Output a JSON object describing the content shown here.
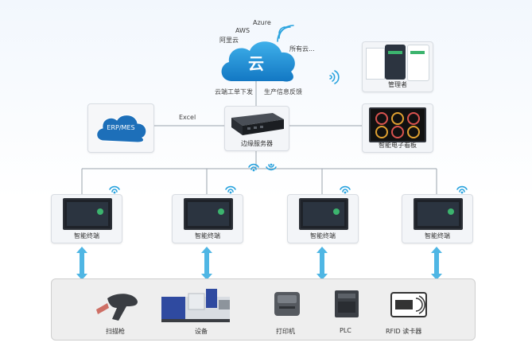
{
  "cloud": {
    "label": "云",
    "providers": [
      "Azure",
      "AWS",
      "阿里云",
      "所有云..."
    ]
  },
  "links": {
    "down": "云端工单下发",
    "up": "生产信息反馈",
    "excel": "Excel"
  },
  "nodes": {
    "manager": "管理者",
    "erp": "ERP/MES",
    "edge": "边缘服务器",
    "board": "智能电子看板"
  },
  "terminals": [
    {
      "label": "智能终端"
    },
    {
      "label": "智能终端"
    },
    {
      "label": "智能终端"
    },
    {
      "label": "智能终端"
    }
  ],
  "devices": [
    {
      "label": "扫描枪"
    },
    {
      "label": "设备"
    },
    {
      "label": "打印机"
    },
    {
      "label": "PLC"
    },
    {
      "label": "RFID 读卡器"
    }
  ],
  "colors": {
    "accent": "#2aa3de",
    "line": "#9aa4ad",
    "cloud": "#1b8fd3"
  }
}
